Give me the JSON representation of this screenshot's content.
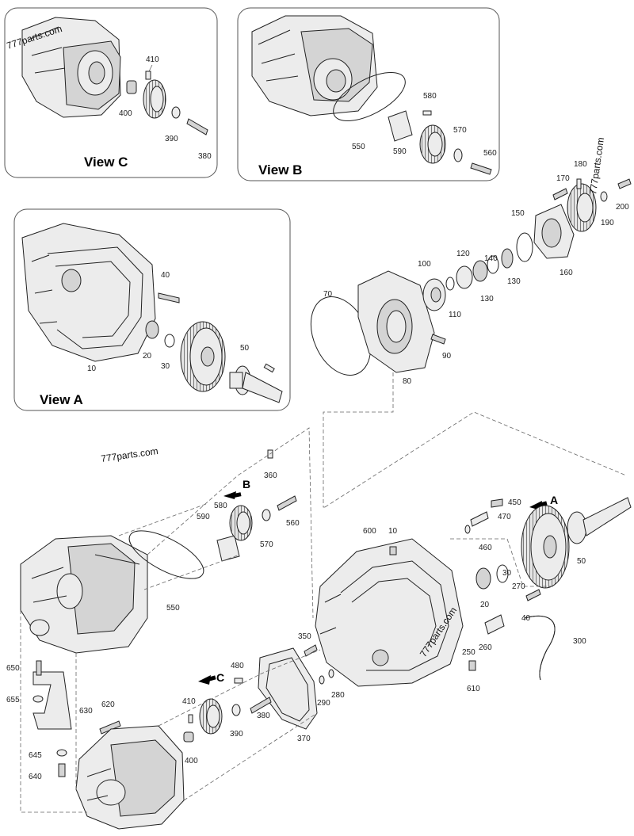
{
  "views": {
    "a": "View A",
    "b": "View B",
    "c": "View C"
  },
  "watermarks": [
    "777parts.com",
    "777parts.com",
    "777parts.com",
    "777parts.com"
  ],
  "direction_letters": [
    "A",
    "B",
    "C"
  ],
  "callouts": {
    "c10": "10",
    "c20": "20",
    "c30": "30",
    "c40": "40",
    "c50": "50",
    "c70": "70",
    "c80": "80",
    "c90": "90",
    "c100": "100",
    "c110": "110",
    "c120": "120",
    "c130a": "130",
    "c130b": "130",
    "c140": "140",
    "c150": "150",
    "c160": "160",
    "c170": "170",
    "c180": "180",
    "c190": "190",
    "c200": "200",
    "c250": "250",
    "c260": "260",
    "c270": "270",
    "c280": "280",
    "c290": "290",
    "c300": "300",
    "c350": "350",
    "c360": "360",
    "c370": "370",
    "c380": "380",
    "c390": "390",
    "c400": "400",
    "c410": "410",
    "c450": "450",
    "c460": "460",
    "c470": "470",
    "c480": "480",
    "c550": "550",
    "c560": "560",
    "c570": "570",
    "c580": "580",
    "c590": "590",
    "c600": "600",
    "c610": "610",
    "c620": "620",
    "c630": "630",
    "c640": "640",
    "c645": "645",
    "c650": "650",
    "c655": "655",
    "vc410": "410",
    "vc400": "400",
    "vc390": "390",
    "vc380": "380",
    "vb580": "580",
    "vb570": "570",
    "vb560": "560",
    "vb550": "550",
    "vb590": "590",
    "va40": "40",
    "va20": "20",
    "va30": "30",
    "va50": "50",
    "va10": "10"
  }
}
